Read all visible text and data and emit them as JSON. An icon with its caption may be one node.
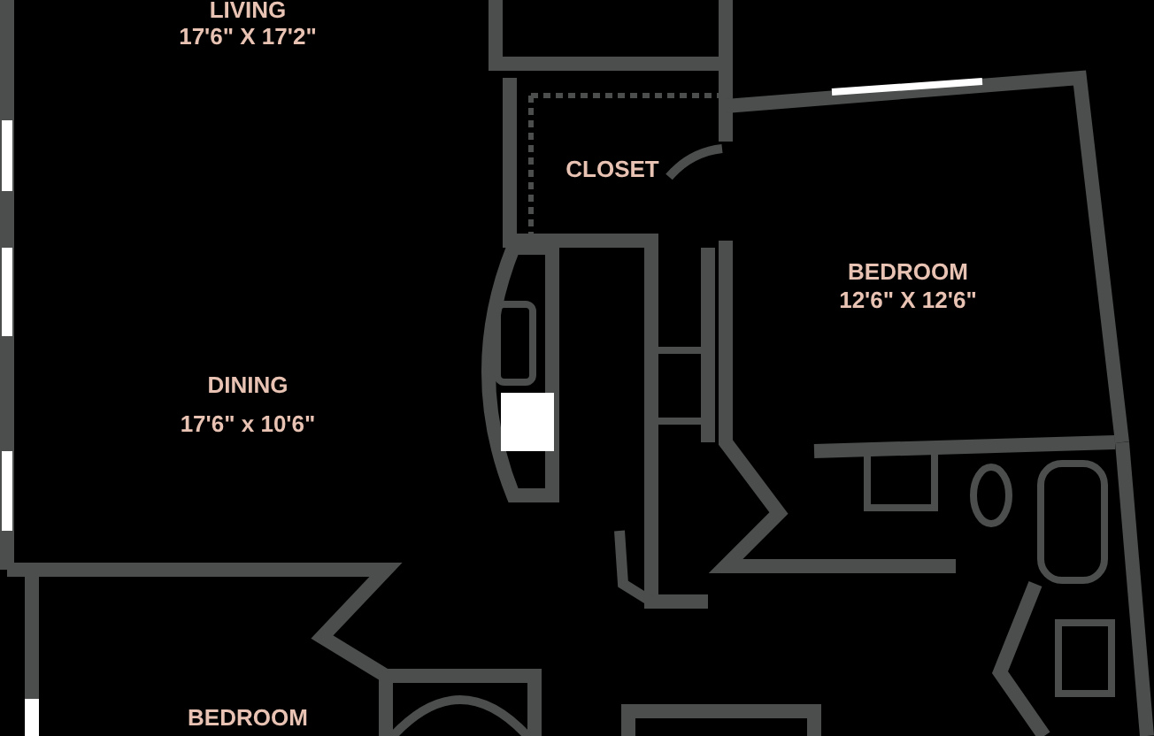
{
  "diagram": {
    "labels": [
      "LIVING",
      "17'6\" X 17'2\"",
      "CLOSET",
      "BEDROOM",
      "12'6\" X 12'6\"",
      "DINING",
      "17'6\" x 10'6\"",
      "BEDROOM"
    ]
  }
}
